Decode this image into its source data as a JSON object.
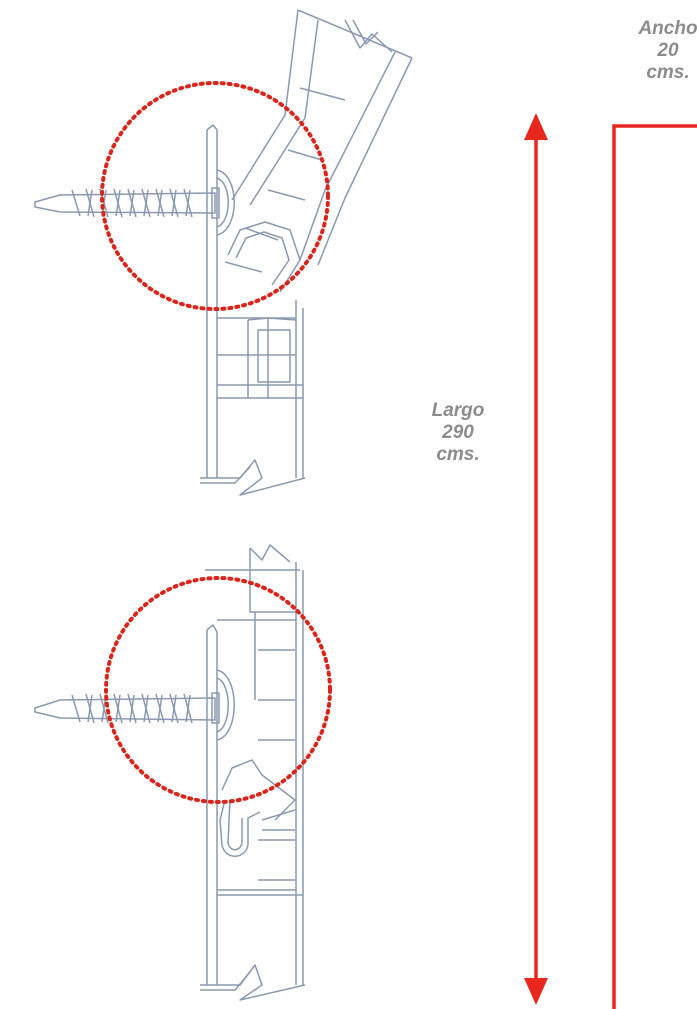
{
  "labels": {
    "width": {
      "line1": "Ancho",
      "line2": "20",
      "line3": "cms."
    },
    "length": {
      "line1": "Largo",
      "line2": "290",
      "line3": "cms."
    }
  },
  "colors": {
    "dimension": "#e8281e",
    "focus_circle": "#d9261c",
    "profile_stroke": "#8a99b0",
    "label_text": "#8c8c8c"
  }
}
